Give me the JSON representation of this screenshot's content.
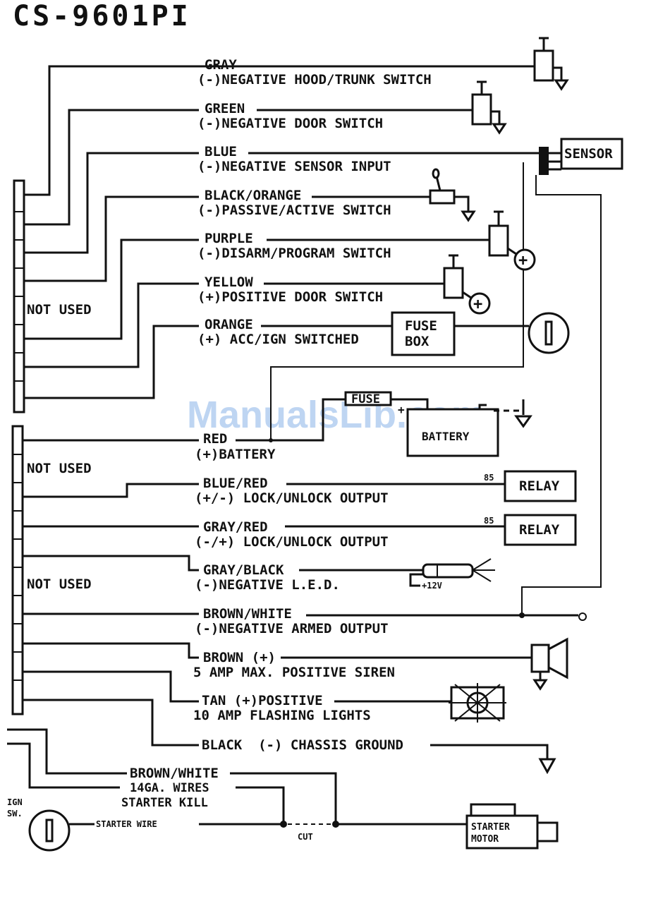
{
  "title": "CS-9601PI",
  "watermark": "ManualsLib.com",
  "wires": [
    {
      "color": "GRAY",
      "function": "(-)NEGATIVE HOOD/TRUNK SWITCH"
    },
    {
      "color": "GREEN",
      "function": "(-)NEGATIVE DOOR SWITCH"
    },
    {
      "color": "BLUE",
      "function": "(-)NEGATIVE SENSOR INPUT"
    },
    {
      "color": "BLACK/ORANGE",
      "function": "(-)PASSIVE/ACTIVE SWITCH"
    },
    {
      "color": "PURPLE",
      "function": "(-)DISARM/PROGRAM SWITCH"
    },
    {
      "color": "YELLOW",
      "function": "(+)POSITIVE DOOR SWITCH"
    },
    {
      "color": "ORANGE",
      "function": "(+) ACC/IGN SWITCHED"
    },
    {
      "color": "RED",
      "function": "(+)BATTERY"
    },
    {
      "color": "BLUE/RED",
      "function": "(+/-) LOCK/UNLOCK OUTPUT"
    },
    {
      "color": "GRAY/RED",
      "function": "(-/+) LOCK/UNLOCK OUTPUT"
    },
    {
      "color": "GRAY/BLACK",
      "function": "(-)NEGATIVE L.E.D."
    },
    {
      "color": "BROWN/WHITE",
      "function": "(-)NEGATIVE ARMED OUTPUT"
    },
    {
      "color": "BROWN (+)",
      "function": "5 AMP MAX. POSITIVE SIREN"
    },
    {
      "color": "TAN (+)POSITIVE",
      "function": "10 AMP FLASHING LIGHTS"
    },
    {
      "color": "BLACK  (-) CHASSIS GROUND",
      "function": ""
    }
  ],
  "not_used": [
    "NOT USED",
    "NOT USED",
    "NOT USED"
  ],
  "components": {
    "sensor": "SENSOR",
    "fuse_box_line1": "FUSE",
    "fuse_box_line2": "BOX",
    "fuse": "FUSE",
    "battery": "BATTERY",
    "battery_plus": "+",
    "relay1": "RELAY",
    "relay2": "RELAY",
    "relay1_pin": "85",
    "relay2_pin": "85",
    "led_voltage": "+12V",
    "starter_motor_line1": "STARTER",
    "starter_motor_line2": "MOTOR"
  },
  "starter_kill": {
    "line1": "BROWN/WHITE",
    "line2": "14GA. WIRES",
    "line3": "STARTER KILL",
    "ign_line1": "IGN",
    "ign_line2": "SW.",
    "starter_wire": "STARTER WIRE",
    "cut": "CUT"
  }
}
